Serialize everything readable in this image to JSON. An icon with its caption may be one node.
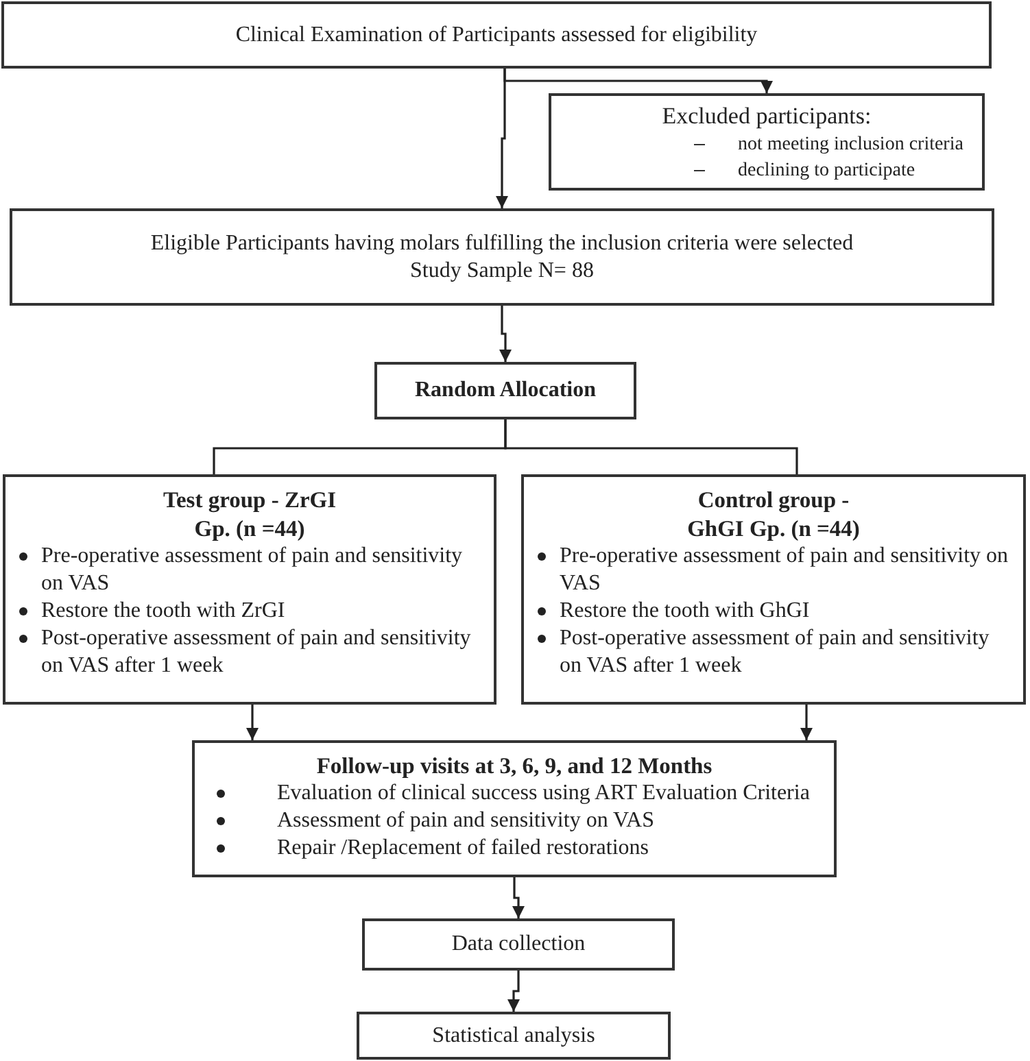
{
  "diagram": {
    "nodes": [
      {
        "text": [
          "Clinical Examination of Participants assessed for eligibility"
        ]
      },
      {
        "text": [
          "Excluded participants:",
          "not meeting inclusion criteria",
          "declining to participate"
        ]
      },
      {
        "text": [
          "Eligible Participants having molars fulfilling the inclusion criteria were selected",
          "Study Sample N= 88"
        ]
      },
      {
        "text": [
          "Random Allocation"
        ]
      },
      {
        "text": [
          "Test group - ZrGI Gp. (n =44)",
          "Pre-operative assessment of pain and sensitivity on VAS",
          "Restore the tooth with ZrGI",
          "Post-operative assessment of pain and sensitivity on VAS after 1 week"
        ]
      },
      {
        "text": [
          "Control group - GhGI Gp. (n =44)",
          "Pre-operative assessment of pain and sensitivity on VAS",
          "Restore the tooth with GhGI",
          "Post-operative assessment of pain and sensitivity on VAS after 1 week"
        ]
      },
      {
        "text": [
          "Follow-up visits at 3, 6, 9, and 12 Months",
          "Evaluation of clinical success using ART Evaluation Criteria",
          "Assessment of pain and sensitivity on VAS",
          "Repair /Replacement of failed restorations"
        ]
      },
      {
        "text": [
          "Data collection"
        ]
      },
      {
        "text": [
          "Statistical analysis"
        ]
      }
    ],
    "edges": [
      {
        "from": 0,
        "to": 2,
        "arrow": "to"
      },
      {
        "from": 0,
        "to": 1,
        "arrow": "to"
      },
      {
        "from": 2,
        "to": 3,
        "arrow": "to"
      },
      {
        "from": 3,
        "to": 4,
        "arrow": "none"
      },
      {
        "from": 3,
        "to": 5,
        "arrow": "none"
      },
      {
        "from": 4,
        "to": 6,
        "arrow": "to"
      },
      {
        "from": 5,
        "to": 6,
        "arrow": "to"
      },
      {
        "from": 6,
        "to": 7,
        "arrow": "to"
      },
      {
        "from": 7,
        "to": 8,
        "arrow": "to"
      }
    ]
  }
}
